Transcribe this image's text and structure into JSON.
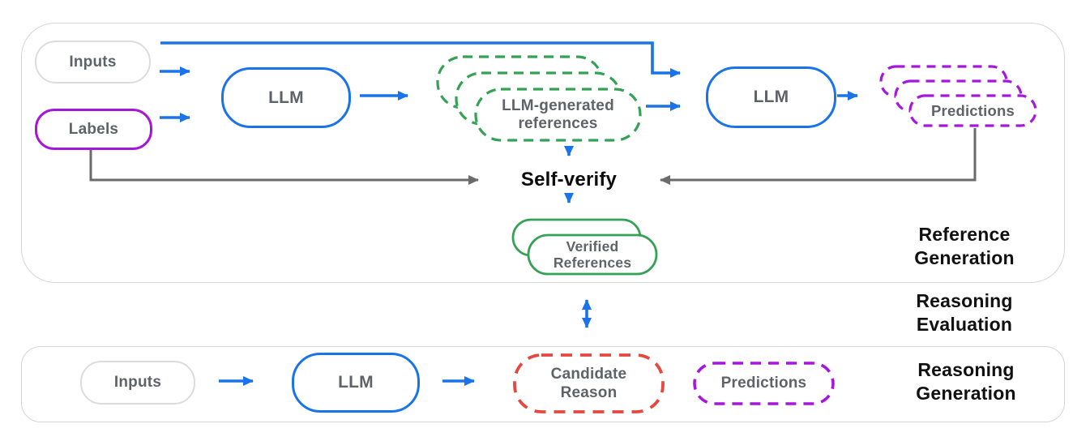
{
  "palette": {
    "blue": "#1a73e8",
    "green": "#35a155",
    "purple": "#a518da",
    "red": "#e5483e",
    "connector_gray": "#6b6b6b",
    "node_text": "#5f6368",
    "panel_border": "#d5d5d5",
    "pill_border": "#dadce0"
  },
  "reference_generation": {
    "title": "Reference Generation",
    "nodes": {
      "inputs": "Inputs",
      "labels": "Labels",
      "llm_first": "LLM",
      "llm_generated_references": "LLM-generated references",
      "llm_second": "LLM",
      "predictions": "Predictions",
      "self_verify": "Self-verify",
      "verified_references": "Verified References"
    }
  },
  "reasoning_evaluation": {
    "title": "Reasoning Evaluation"
  },
  "reasoning_generation": {
    "title": "Reasoning Generation",
    "nodes": {
      "inputs": "Inputs",
      "llm": "LLM",
      "candidate_reason": "Candidate Reason",
      "predictions": "Predictions"
    }
  }
}
